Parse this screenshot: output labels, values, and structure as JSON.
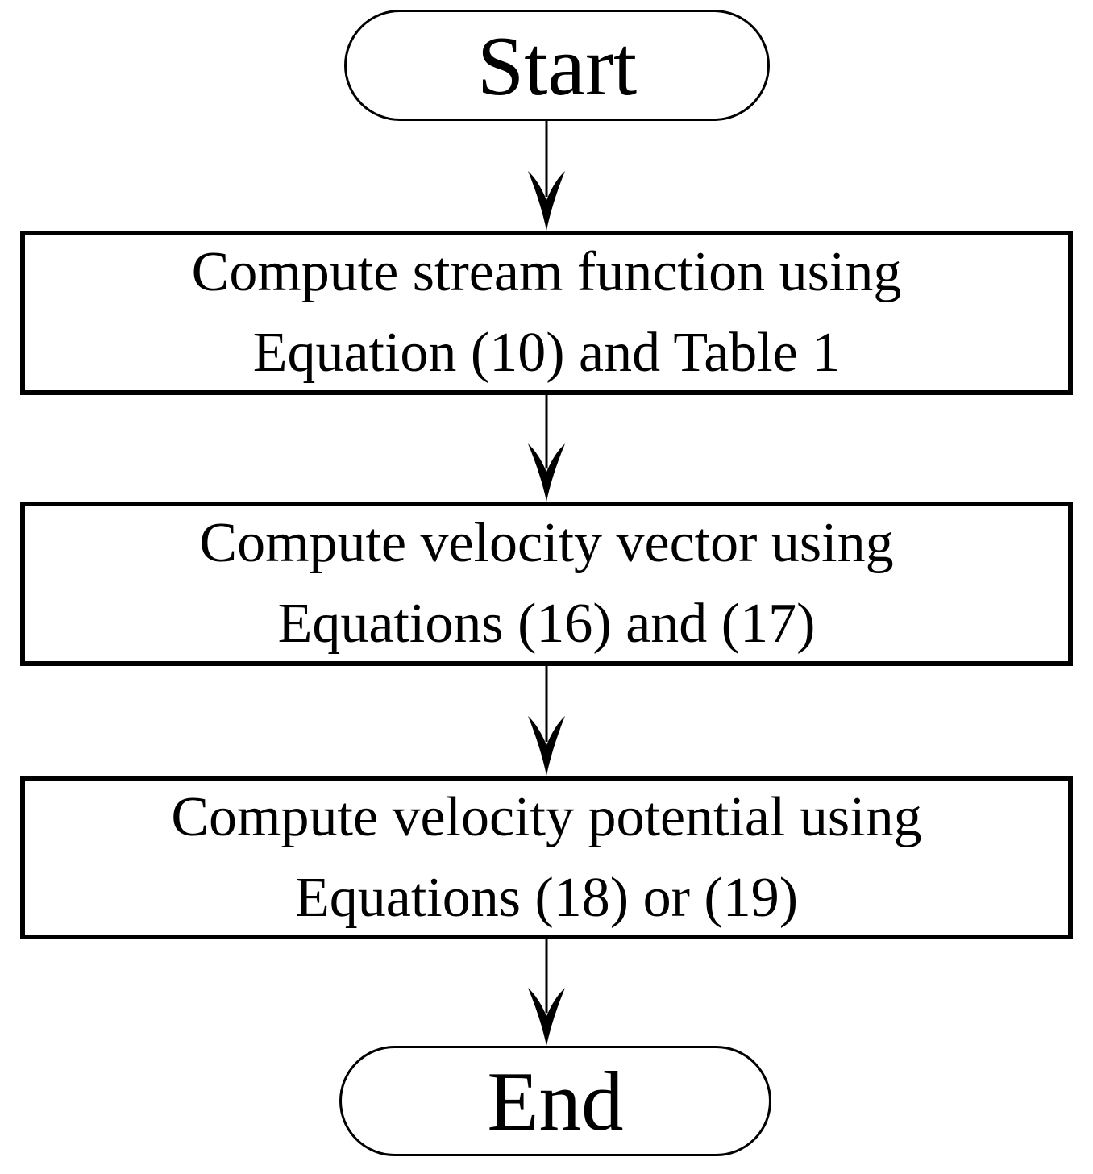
{
  "flowchart": {
    "title": "stream-function computation flowchart",
    "colors": {
      "stroke": "#000000",
      "fill": "#ffffff",
      "text": "#000000"
    },
    "start": {
      "label": "Start"
    },
    "steps": [
      {
        "line1": "Compute stream function using",
        "line2": "Equation (10) and Table 1"
      },
      {
        "line1": "Compute velocity vector using",
        "line2": "Equations (16) and (17)"
      },
      {
        "line1": "Compute velocity potential using",
        "line2": "Equations (18) or (19)"
      }
    ],
    "end": {
      "label": "End"
    }
  }
}
